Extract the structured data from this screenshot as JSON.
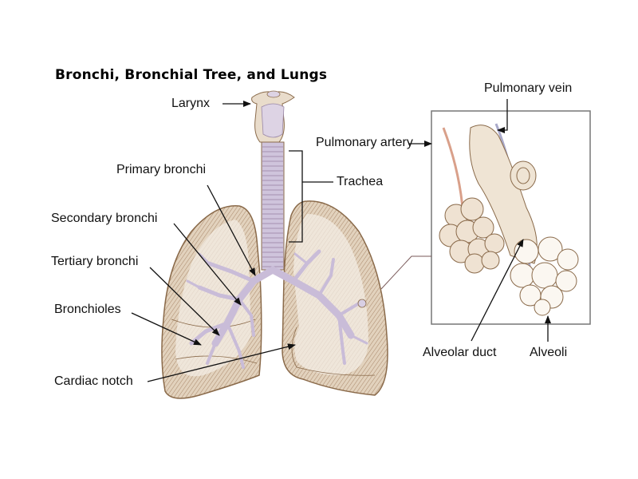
{
  "title": "Bronchi, Bronchial Tree, and Lungs",
  "labels": {
    "larynx": "Larynx",
    "primary_bronchi": "Primary bronchi",
    "secondary_bronchi": "Secondary bronchi",
    "tertiary_bronchi": "Tertiary bronchi",
    "bronchioles": "Bronchioles",
    "cardiac_notch": "Cardiac notch",
    "trachea": "Trachea",
    "pulmonary_artery": "Pulmonary artery",
    "pulmonary_vein": "Pulmonary vein",
    "alveolar_duct": "Alveolar duct",
    "alveoli": "Alveoli"
  },
  "colors": {
    "lung_tissue": "#d8c3a8",
    "lung_outline": "#8a6a4a",
    "lung_inner": "#f3ece4",
    "bronchi": "#c9bcd8",
    "artery": "#d9a08a",
    "vein": "#a9a9c9",
    "inset_border": "#777777",
    "leader_line": "#111111"
  }
}
